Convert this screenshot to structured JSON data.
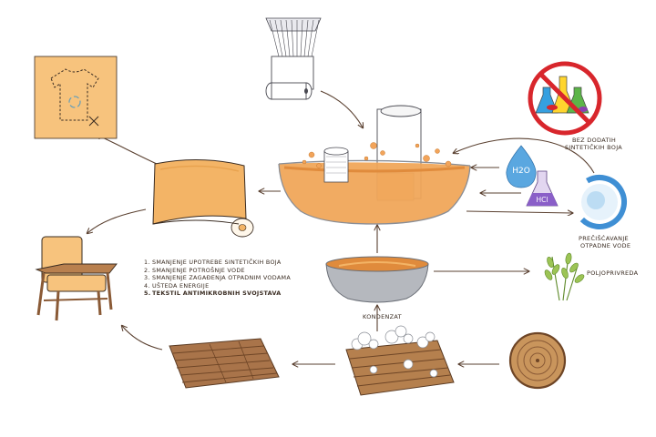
{
  "colors": {
    "orange": "#f3b466",
    "orange_dark": "#e39a44",
    "arrow": "#5a4030",
    "ink": "#3a2c22",
    "wood": "#a9744a",
    "wood_dark": "#6e4526",
    "blue": "#3f8fd4",
    "green": "#7aa83a",
    "red": "#d8262c"
  },
  "labels": {
    "no_dyes": [
      "BEZ DODATIH",
      "SINTETIČKIH BOJA"
    ],
    "water_treatment": [
      "PREČIŠĆAVANJE",
      "OTPADNE VODE"
    ],
    "agriculture": "POLJOPRIVREDA",
    "condensate": "KONDENZAT",
    "h2o": "H2O",
    "hcl": "HCl"
  },
  "benefits": [
    {
      "num": "1.",
      "text": "SMANJENJE UPOTREBE SINTETIČKIH BOJA",
      "strong": false
    },
    {
      "num": "2.",
      "text": "SMANJENJE POTROŠNJE VODE",
      "strong": false
    },
    {
      "num": "3.",
      "text": "SMANJENJE ZAGAĐENJA OTPADNIM VODAMA",
      "strong": false
    },
    {
      "num": "4.",
      "text": "UŠTEDA ENERGIJE",
      "strong": false
    },
    {
      "num": "5.",
      "text": "TEKSTIL ANTIMIKROBNIH SVOJSTAVA",
      "strong": true
    }
  ],
  "icons": {
    "yarn": "yarn-spool-icon",
    "fabric_roll": "fabric-roll-icon",
    "tshirt": "tshirt-pattern-icon",
    "armchair": "armchair-icon",
    "no_chemicals": "no-chemicals-icon",
    "water_drop": "water-drop-icon",
    "flask": "flask-icon",
    "wheat": "wheat-icon",
    "log": "log-slice-icon",
    "planks": "wood-planks-icon",
    "steamed_planks": "steamed-wood-icon"
  }
}
